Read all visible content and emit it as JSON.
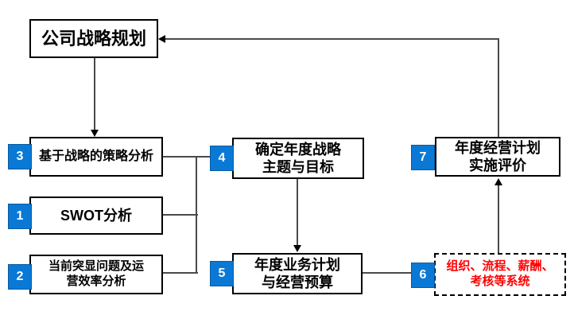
{
  "diagram": {
    "title_box": {
      "label": "公司战略规划"
    },
    "nodes": [
      {
        "num": "3",
        "label": "基于战略的策略分析"
      },
      {
        "num": "1",
        "label": "SWOT分析"
      },
      {
        "num": "2",
        "label": "当前突显问题及运\n营效率分析"
      },
      {
        "num": "4",
        "label": "确定年度战略\n主题与目标"
      },
      {
        "num": "5",
        "label": "年度业务计划\n与经营预算"
      },
      {
        "num": "6",
        "label": "组织、流程、薪酬、\n考核等系统"
      },
      {
        "num": "7",
        "label": "年度经营计划\n实施评价"
      }
    ],
    "colors": {
      "badge_blue": "#0a79d6",
      "highlight_red": "#ff0000",
      "box_border": "#000000",
      "connector_gray": "#4a4a4a",
      "background": "#ffffff"
    }
  }
}
